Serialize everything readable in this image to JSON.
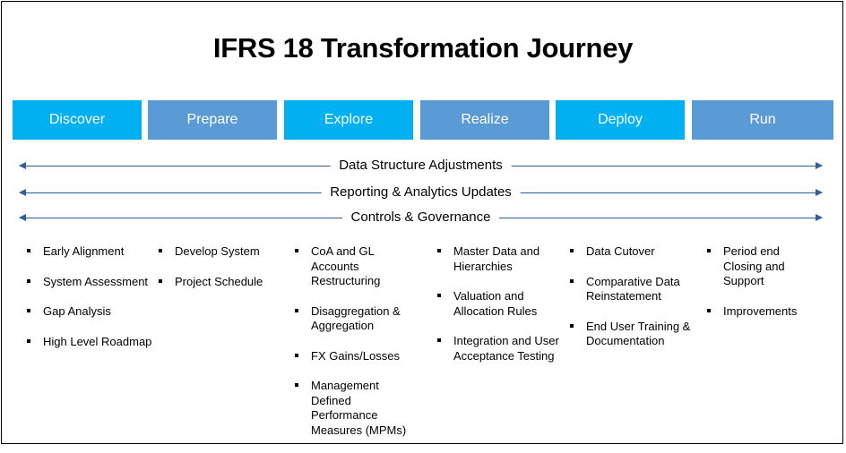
{
  "title": "IFRS 18 Transformation Journey",
  "colors": {
    "phase_light": "#00B0F0",
    "phase_mid": "#5B9BD5",
    "arrow": "#2E5F9C"
  },
  "phases": [
    {
      "label": "Discover",
      "color": "#00B0F0"
    },
    {
      "label": "Prepare",
      "color": "#5B9BD5"
    },
    {
      "label": "Explore",
      "color": "#00B0F0"
    },
    {
      "label": "Realize",
      "color": "#5B9BD5"
    },
    {
      "label": "Deploy",
      "color": "#00B0F0"
    },
    {
      "label": "Run",
      "color": "#5B9BD5"
    }
  ],
  "workstreams": [
    {
      "label": "Data Structure Adjustments"
    },
    {
      "label": "Reporting & Analytics Updates"
    },
    {
      "label": "Controls & Governance"
    }
  ],
  "activities": [
    [
      "Early Alignment",
      "System Assessment",
      "Gap Analysis",
      "High Level Roadmap"
    ],
    [
      "Develop System",
      "Project Schedule"
    ],
    [
      "CoA and GL Accounts Restructuring",
      "Disaggregation & Aggregation",
      "FX Gains/Losses",
      "Management Defined Performance Measures (MPMs)"
    ],
    [
      "Master Data and Hierarchies",
      "Valuation and Allocation Rules",
      "Integration and User Acceptance Testing"
    ],
    [
      "Data Cutover",
      "Comparative Data Reinstatement",
      "End User Training & Documentation"
    ],
    [
      "Period end Closing and Support",
      "Improvements"
    ]
  ]
}
